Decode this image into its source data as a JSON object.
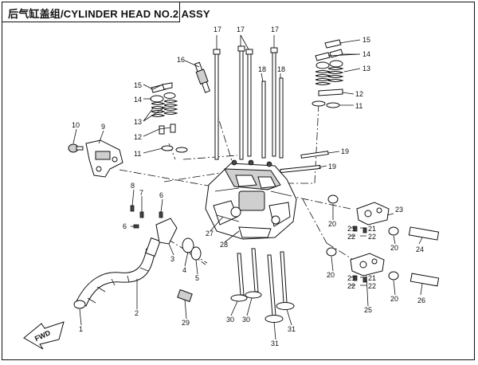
{
  "title": "后气缸盖组/CYLINDER HEAD NO.2 ASSY",
  "fwd_label": "FWD",
  "callouts": {
    "c1": "1",
    "c2": "2",
    "c3": "3",
    "c4": "4",
    "c5": "5",
    "c6": "6",
    "c6b": "6",
    "c7": "7",
    "c8": "8",
    "c9": "9",
    "c10": "10",
    "c11a": "11",
    "c11b": "11",
    "c12a": "12",
    "c12b": "12",
    "c13a": "13",
    "c13b": "13",
    "c14a": "14",
    "c14b": "14",
    "c15a": "15",
    "c15b": "15",
    "c16": "16",
    "c17a": "17",
    "c17b": "17",
    "c17c": "17",
    "c18a": "18",
    "c18b": "18",
    "c19a": "19",
    "c19b": "19",
    "c20a": "20",
    "c20b": "20",
    "c20c": "20",
    "c20d": "20",
    "c21a": "21",
    "c21b": "21",
    "c21c": "21",
    "c21d": "21",
    "c22a": "22",
    "c22b": "22",
    "c22c": "22",
    "c22d": "22",
    "c23": "23",
    "c24": "24",
    "c25": "25",
    "c26": "26",
    "c27": "27",
    "c28": "28",
    "c29": "29",
    "c30a": "30",
    "c30b": "30",
    "c31a": "31",
    "c31b": "31"
  }
}
